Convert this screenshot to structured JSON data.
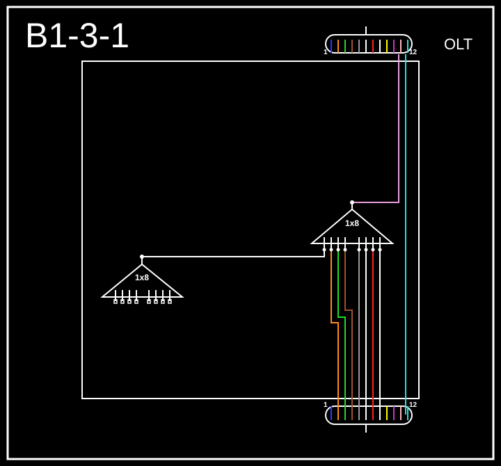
{
  "title": "B1-3-1",
  "olt_label": "OLT",
  "top_connector": {
    "first_port": "1",
    "last_port": "12"
  },
  "bottom_connector": {
    "first_port": "1",
    "last_port": "12"
  },
  "splitter_main": {
    "label": "1x8"
  },
  "splitter_left": {
    "label": "1x8"
  },
  "fiber_colors": [
    "#2b3bff",
    "#ff8c1a",
    "#22dd22",
    "#a0522d",
    "#9a9a9a",
    "#ffffff",
    "#ff2020",
    "#111111",
    "#ffff00",
    "#cc33cc",
    "#ffb6c1",
    "#33dddd"
  ],
  "colors": {
    "background": "#000000",
    "line": "#ffffff",
    "pink_fiber": "#e8a0e0",
    "aqua_fiber": "#33dddd",
    "orange_fiber": "#ff8c1a",
    "green_fiber": "#22dd22",
    "brown_fiber": "#a0522d",
    "gray_fiber": "#9a9a9a",
    "red_fiber": "#ff2020"
  }
}
